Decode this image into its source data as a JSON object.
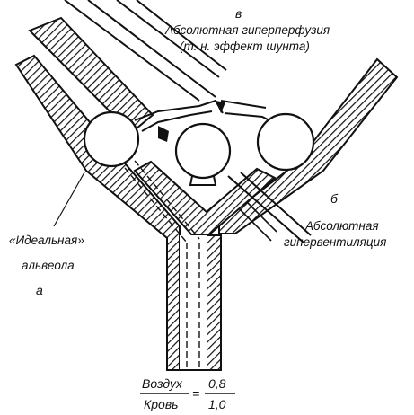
{
  "labels": {
    "v": "в",
    "v_line1": "Абсолютная гиперперфузия",
    "v_line2": "(т. н. эффект шунта)",
    "b": "б",
    "b_line1": "Абсолютная",
    "b_line2": "гипервентиляция",
    "ideal_line1": "«Идеальная»",
    "ideal_line2": "альвеола",
    "a": "а"
  },
  "ratio": {
    "numerator_label": "Воздух",
    "denominator_label": "Кровь",
    "equals": "=",
    "numerator_value": "0,8",
    "denominator_value": "1,0"
  },
  "colors": {
    "ink": "#111111",
    "background": "#ffffff"
  }
}
